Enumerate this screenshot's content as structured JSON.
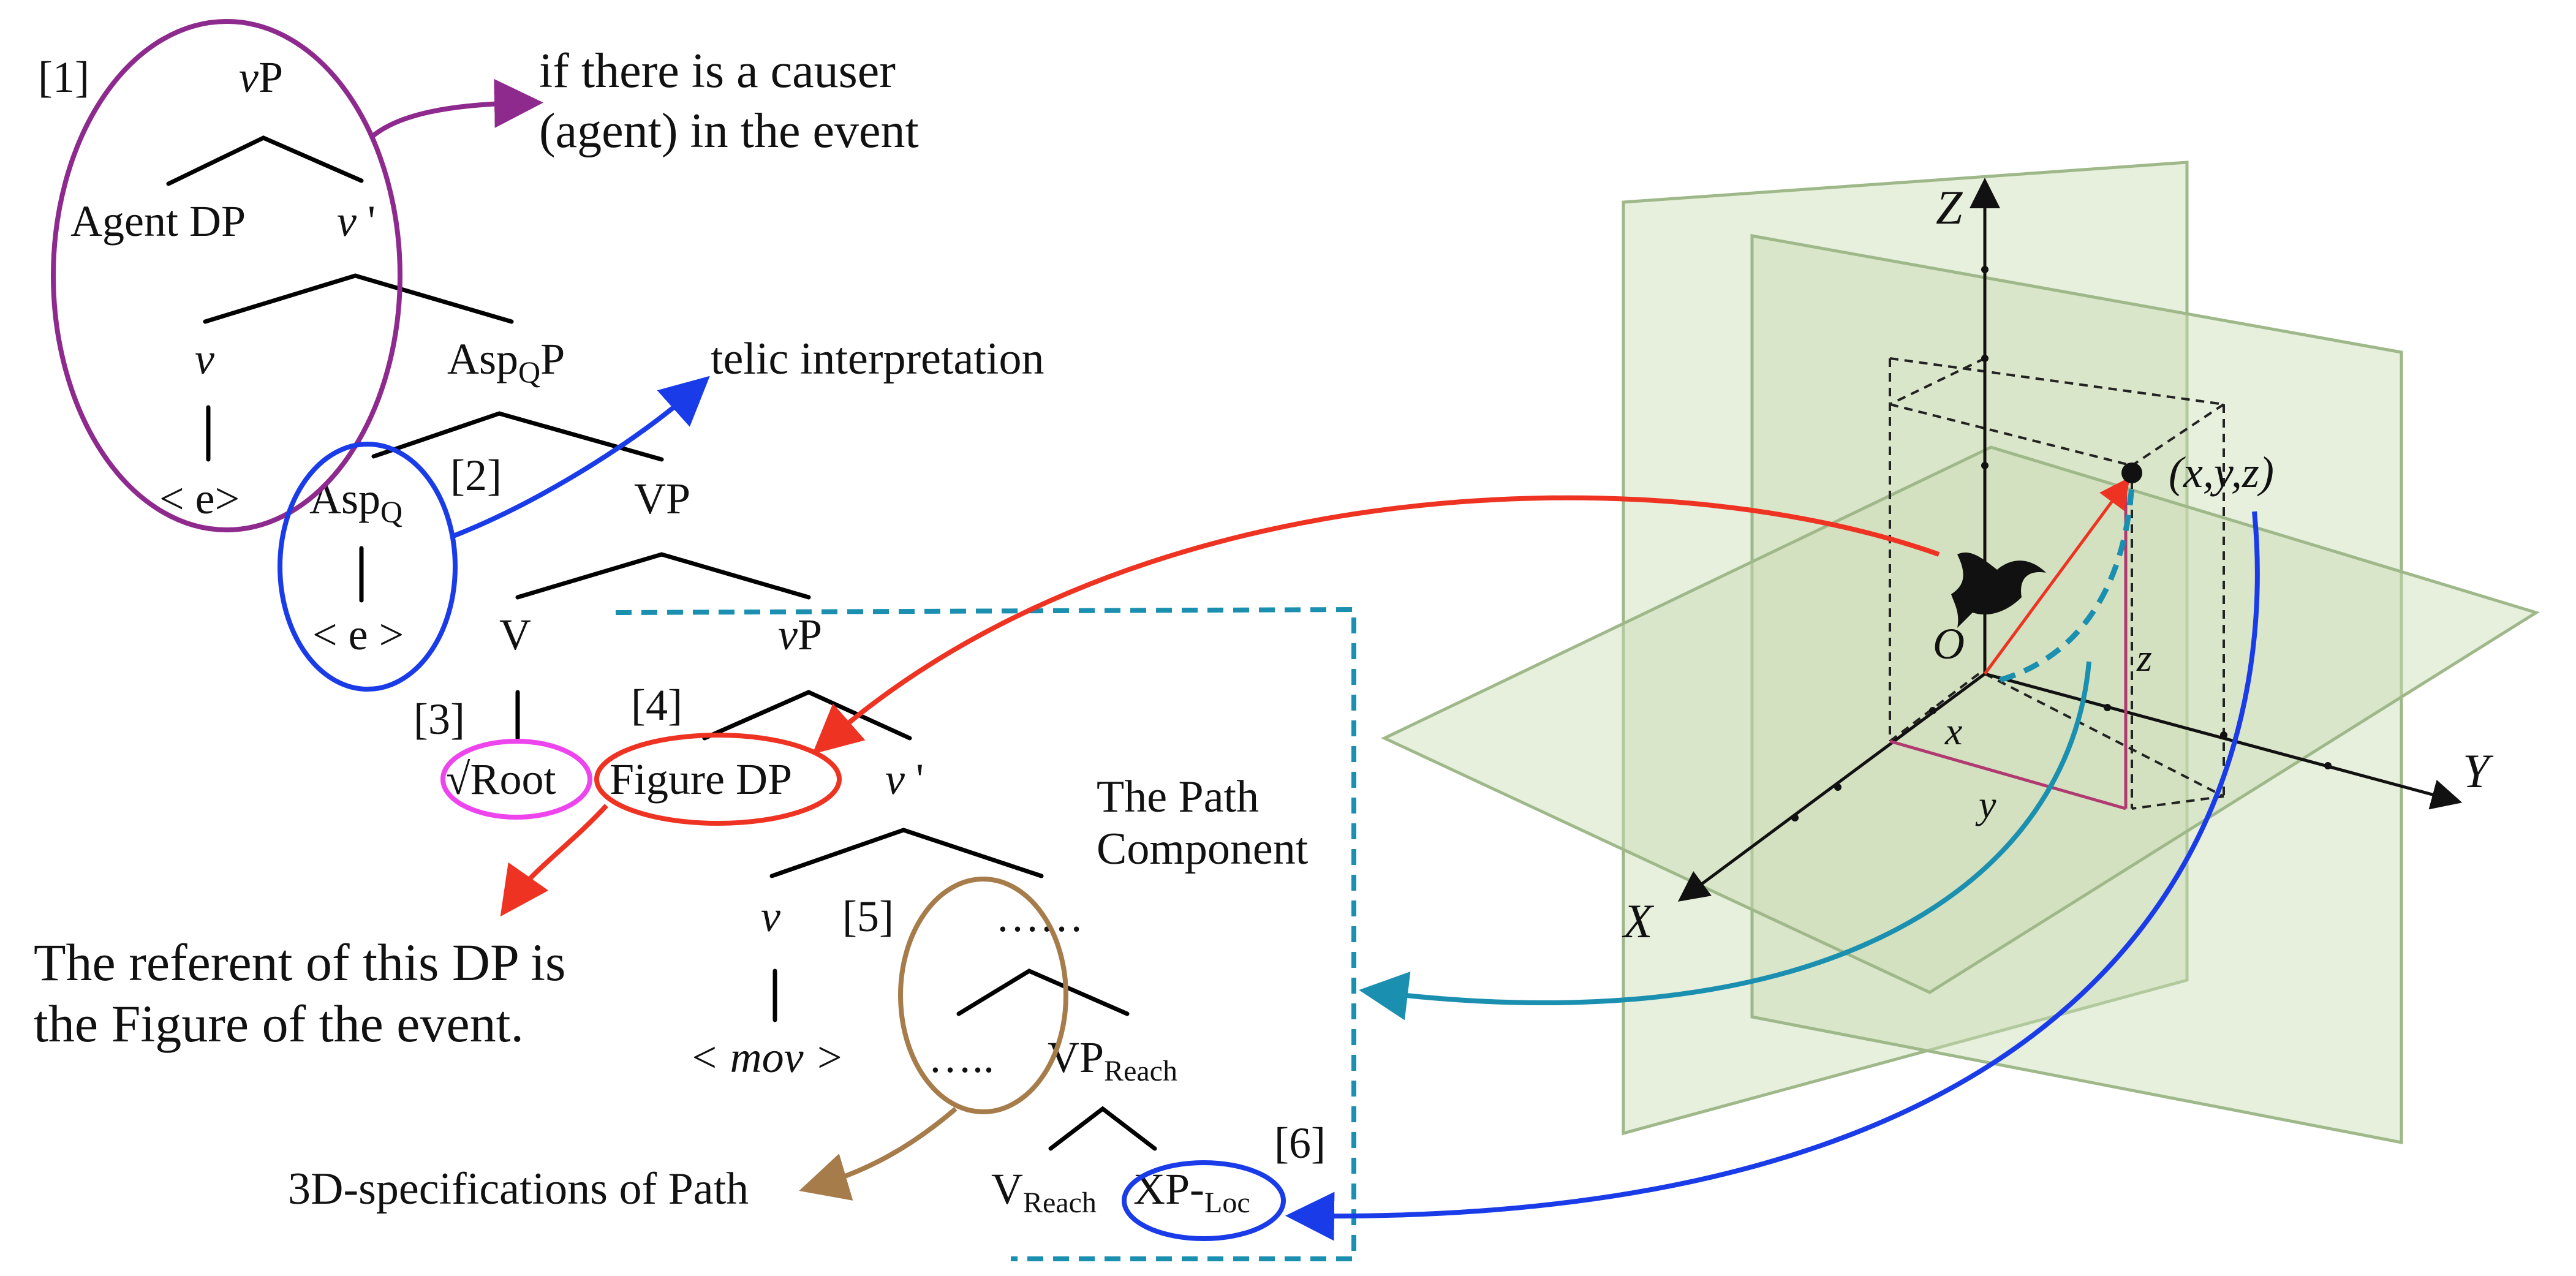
{
  "tree": {
    "nodes": {
      "vP_top": "vP",
      "agent_dp": "Agent DP",
      "v_bar_top": "v '",
      "v_top": "v",
      "asp_q_p": "AspQP",
      "e_1": "< e>",
      "asp_q": "AspQ",
      "vp": "VP",
      "e_2": "< e >",
      "V": "V",
      "vP_mid": "vP",
      "root": "√Root",
      "figure_dp": "Figure DP",
      "v_bar_mid": "v '",
      "v_low": "v",
      "dots_top": "……",
      "mov": "< mov >",
      "dots_low": "…..",
      "vp_reach": "VP",
      "vp_reach_sub": "Reach",
      "v_reach": "V",
      "v_reach_sub": "Reach",
      "xp_loc": "XP-",
      "xp_loc_sub": "Loc"
    },
    "indices": {
      "i1": "[1]",
      "i2": "[2]",
      "i3": "[3]",
      "i4": "[4]",
      "i5": "[5]",
      "i6": "[6]"
    }
  },
  "annotations": {
    "causer_line1": "if there is a causer",
    "causer_line2": "(agent) in the event",
    "telic": "telic interpretation",
    "figure_line1": "The referent of this DP is",
    "figure_line2": "the Figure of the event.",
    "path_line1": "The Path",
    "path_line2": "Component",
    "spec3d": "3D-specifications of Path"
  },
  "axes": {
    "z": "Z",
    "y": "Y",
    "x_axis": "X",
    "origin": "O",
    "point": "(x,y,z)",
    "x": "x",
    "y_small": "y",
    "z_small": "z"
  },
  "icons": [
    "bird-icon"
  ],
  "colors": {
    "purple": "#8e2a8e",
    "blue": "#1a3ce8",
    "red": "#ee3322",
    "magenta": "#ee44ee",
    "brown": "#a67c4a",
    "teal": "#1a8fb0",
    "plane_fill": "#c9dcb4",
    "plane_stroke": "#9fb88a",
    "pink_line": "#b03a70"
  }
}
